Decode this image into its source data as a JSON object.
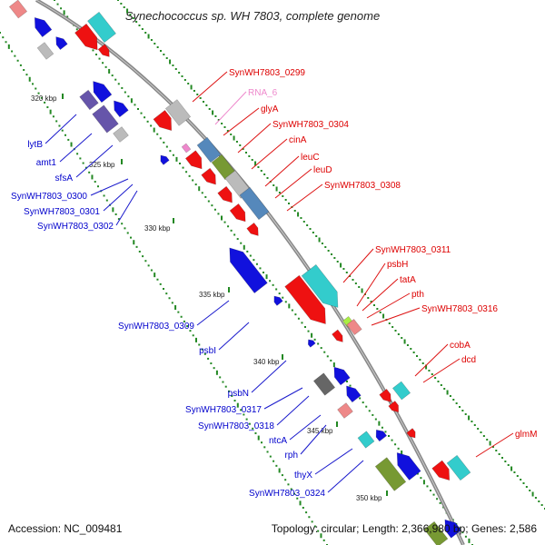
{
  "header": {
    "title": "Synechococcus sp. WH 7803, complete genome"
  },
  "footer": {
    "accession": "Accession: NC_009481",
    "summary": "Topology: circular; Length: 2,366,980 bp; Genes: 2,586"
  },
  "kbp_markers": [
    "320 kbp",
    "325 kbp",
    "330 kbp",
    "335 kbp",
    "340 kbp",
    "345 kbp",
    "350 kbp"
  ],
  "left_labels": [
    {
      "text": "lytB",
      "color": "#0000cc"
    },
    {
      "text": "amt1",
      "color": "#0000cc"
    },
    {
      "text": "sfsA",
      "color": "#0000cc"
    },
    {
      "text": "SynWH7803_0300",
      "color": "#0000cc"
    },
    {
      "text": "SynWH7803_0301",
      "color": "#0000cc"
    },
    {
      "text": "SynWH7803_0302",
      "color": "#0000cc"
    },
    {
      "text": "SynWH7803_0309",
      "color": "#0000cc"
    },
    {
      "text": "psbI",
      "color": "#0000cc"
    },
    {
      "text": "psbN",
      "color": "#0000cc"
    },
    {
      "text": "SynWH7803_0317",
      "color": "#0000cc"
    },
    {
      "text": "SynWH7803_0318",
      "color": "#0000cc"
    },
    {
      "text": "ntcA",
      "color": "#0000cc"
    },
    {
      "text": "rph",
      "color": "#0000cc"
    },
    {
      "text": "thyX",
      "color": "#0000cc"
    },
    {
      "text": "SynWH7803_0324",
      "color": "#0000cc"
    }
  ],
  "right_labels": [
    {
      "text": "SynWH7803_0299",
      "color": "#dd0000"
    },
    {
      "text": "RNA_6",
      "color": "#ee88cc"
    },
    {
      "text": "glyA",
      "color": "#dd0000"
    },
    {
      "text": "SynWH7803_0304",
      "color": "#dd0000"
    },
    {
      "text": "cinA",
      "color": "#dd0000"
    },
    {
      "text": "leuC",
      "color": "#dd0000"
    },
    {
      "text": "leuD",
      "color": "#dd0000"
    },
    {
      "text": "SynWH7803_0308",
      "color": "#dd0000"
    },
    {
      "text": "SynWH7803_0311",
      "color": "#dd0000"
    },
    {
      "text": "psbH",
      "color": "#dd0000"
    },
    {
      "text": "tatA",
      "color": "#dd0000"
    },
    {
      "text": "pth",
      "color": "#dd0000"
    },
    {
      "text": "SynWH7803_0316",
      "color": "#dd0000"
    },
    {
      "text": "cobA",
      "color": "#dd0000"
    },
    {
      "text": "dcd",
      "color": "#dd0000"
    },
    {
      "text": "glmM",
      "color": "#dd0000"
    }
  ],
  "colors": {
    "forward_gene": "#ee1111",
    "reverse_gene": "#1111dd",
    "backbone": "#888888",
    "gc_dots": "#228822",
    "cyan_feature": "#33cccc",
    "gray_feature": "#bbbbbb",
    "olive_feature": "#779933",
    "steel_feature": "#5588bb",
    "purple_feature": "#6655aa",
    "pink_feature": "#ee8888"
  }
}
